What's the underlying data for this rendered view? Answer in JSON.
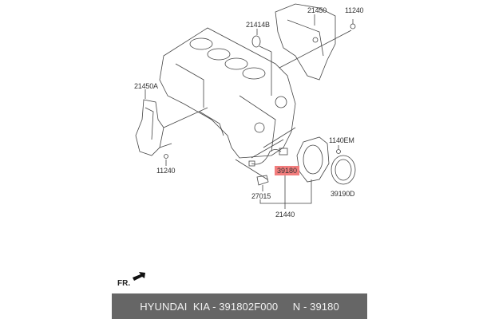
{
  "diagram": {
    "labels": {
      "l21450": "21450",
      "l11240_top": "11240",
      "l21414B": "21414B",
      "l21450A": "21450A",
      "l11240_left": "11240",
      "l1140EM": "1140EM",
      "l39180": "39180",
      "l39190D": "39190D",
      "l27015": "27015",
      "l21440": "21440"
    },
    "highlighted_part": "39180",
    "highlight_color": "#f27d7d",
    "orientation_label": "FR."
  },
  "footer": {
    "text": "HYUNDAI  KIA - 391802F000     N - 39180",
    "background": "#666666"
  }
}
